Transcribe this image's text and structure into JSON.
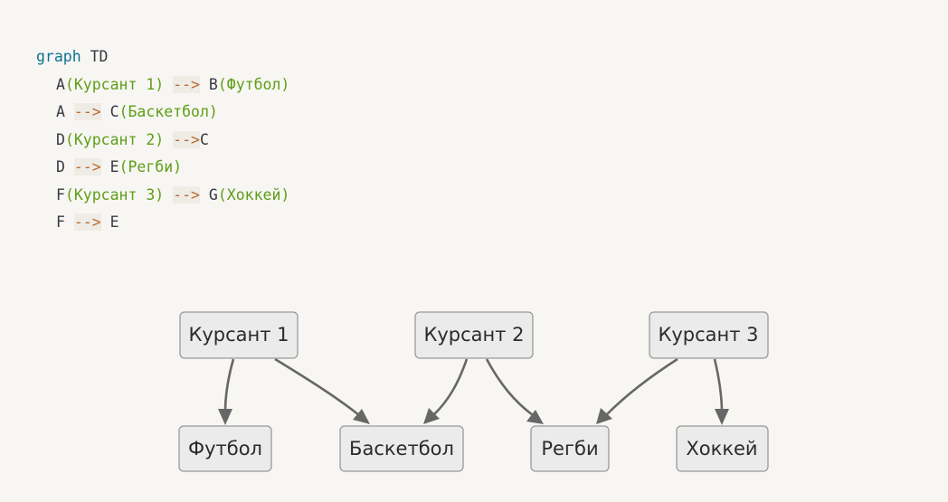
{
  "code": {
    "keyword": "graph",
    "direction": "TD",
    "lines": [
      {
        "id": "A",
        "label": "(Курсант 1)",
        "arrow": "-->",
        "target": "B",
        "target_label": "(Футбол)"
      },
      {
        "id": "A",
        "label": "",
        "arrow": "-->",
        "target": "C",
        "target_label": "(Баскетбол)"
      },
      {
        "id": "D",
        "label": "(Курсант 2)",
        "arrow": "-->",
        "target": "C",
        "target_label": ""
      },
      {
        "id": "D",
        "label": "",
        "arrow": "-->",
        "target": "E",
        "target_label": "(Регби)"
      },
      {
        "id": "F",
        "label": "(Курсант 3)",
        "arrow": "-->",
        "target": "G",
        "target_label": "(Хоккей)"
      },
      {
        "id": "F",
        "label": "",
        "arrow": "-->",
        "target": "E",
        "target_label": ""
      }
    ]
  },
  "diagram": {
    "nodes": {
      "A": "Курсант 1",
      "D": "Курсант 2",
      "F": "Курсант 3",
      "B": "Футбол",
      "C": "Баскетбол",
      "E": "Регби",
      "G": "Хоккей"
    },
    "edges": [
      [
        "A",
        "B"
      ],
      [
        "A",
        "C"
      ],
      [
        "D",
        "C"
      ],
      [
        "D",
        "E"
      ],
      [
        "F",
        "G"
      ],
      [
        "F",
        "E"
      ]
    ]
  }
}
